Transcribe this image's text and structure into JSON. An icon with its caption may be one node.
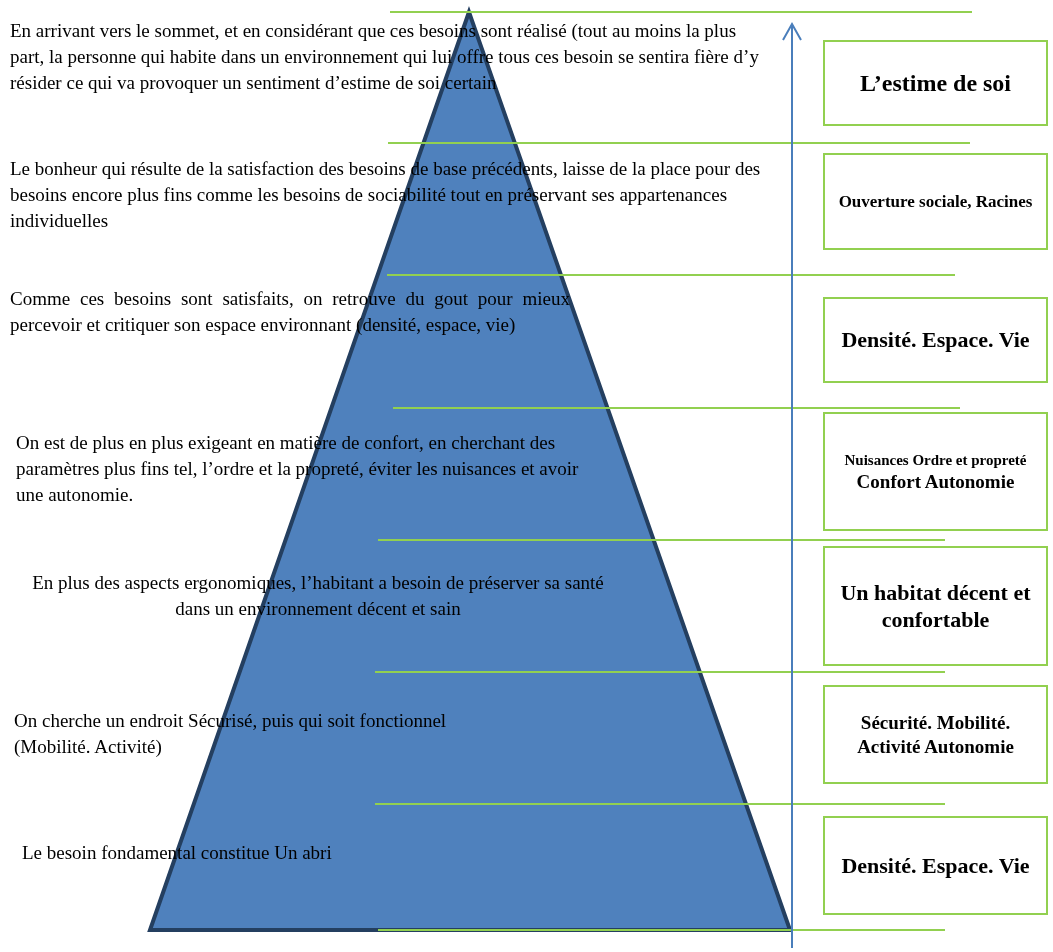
{
  "diagram": {
    "nodes": [
      {
        "text": [
          "L’estime de soi"
        ]
      },
      {
        "text": [
          "Ouverture sociale, Racines"
        ]
      },
      {
        "text": [
          "Densité. Espace. Vie"
        ]
      },
      {
        "text": [
          "Nuisances Ordre et propreté",
          "Confort Autonomie"
        ]
      },
      {
        "text": [
          "Un habitat décent et confortable"
        ]
      },
      {
        "text": [
          "Sécurité. Mobilité. Activité Autonomie"
        ]
      },
      {
        "text": [
          "Densité. Espace. Vie"
        ]
      }
    ],
    "edges": [],
    "labels": [
      "En arrivant vers le sommet, et en considérant que ces besoins sont réalisé (tout au moins la plus part, la personne qui habite dans un environnement qui lui offre tous ces besoin se sentira fière d’y résider ce qui va provoquer un sentiment d’estime de soi certain",
      "Le bonheur qui résulte de la satisfaction des besoins de base précédents, laisse de la place pour des besoins encore plus fins comme les besoins de sociabilité tout en préservant ses appartenances individuelles",
      "Comme ces besoins sont satisfaits, on retrouve du gout pour mieux percevoir et critiquer son espace environnant (densité, espace, vie)",
      "On est de plus en plus exigeant en matière de confort, en cherchant des paramètres plus fins tel, l’ordre et la propreté, éviter les nuisances et avoir une autonomie.",
      "En plus des aspects ergonomiques, l’habitant a besoin de préserver sa santé dans un environnement décent et sain",
      "On cherche un endroit Sécurisé, puis qui soit fonctionnel (Mobilité. Activité)",
      "Le besoin fondamental constitue Un abri"
    ]
  }
}
